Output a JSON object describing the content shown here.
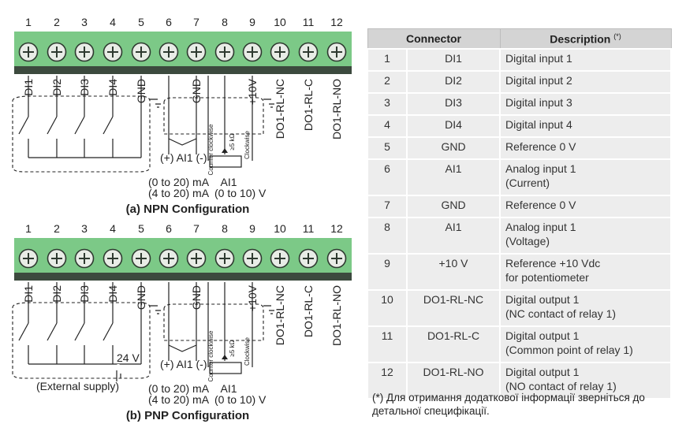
{
  "configs": [
    {
      "caption": "(a) NPN Configuration",
      "terminals": [
        "1",
        "2",
        "3",
        "4",
        "5",
        "6",
        "7",
        "8",
        "9",
        "10",
        "11",
        "12"
      ],
      "pin_labels": [
        "DI1",
        "DI2",
        "DI3",
        "DI4",
        "GND",
        "GND",
        "+10V",
        "DO1-RL-NC",
        "DO1-RL-C",
        "DO1-RL-NO"
      ],
      "ai_label": "(+) AI1 (-)",
      "pot_labels": [
        "Counter clockwise",
        "≥5 kΩ",
        "Clockwise"
      ],
      "current_ranges": [
        "(0 to 20) mA",
        "(4 to 20) mA"
      ],
      "ai_under": "AI1",
      "voltage_range": "(0 to 10) V"
    },
    {
      "caption": "(b) PNP Configuration",
      "terminals": [
        "1",
        "2",
        "3",
        "4",
        "5",
        "6",
        "7",
        "8",
        "9",
        "10",
        "11",
        "12"
      ],
      "pin_labels": [
        "DI1",
        "DI2",
        "DI3",
        "DI4",
        "GND",
        "GND",
        "+10V",
        "DO1-RL-NC",
        "DO1-RL-C",
        "DO1-RL-NO"
      ],
      "ai_label": "(+) AI1 (-)",
      "pot_labels": [
        "Counter clockwise",
        "≥5 kΩ",
        "Clockwise"
      ],
      "current_ranges": [
        "(0 to 20) mA",
        "(4 to 20) mA"
      ],
      "ai_under": "AI1",
      "voltage_range": "(0 to 10) V",
      "supply_voltage": "24 V",
      "supply_label": "(External supply)"
    }
  ],
  "table": {
    "header_connector": "Connector",
    "header_description": "Description",
    "header_note_mark": "(*)",
    "rows": [
      {
        "num": "1",
        "name": "DI1",
        "desc": [
          "Digital input 1"
        ]
      },
      {
        "num": "2",
        "name": "DI2",
        "desc": [
          "Digital input 2"
        ]
      },
      {
        "num": "3",
        "name": "DI3",
        "desc": [
          "Digital input 3"
        ]
      },
      {
        "num": "4",
        "name": "DI4",
        "desc": [
          "Digital input 4"
        ]
      },
      {
        "num": "5",
        "name": "GND",
        "desc": [
          "Reference 0 V"
        ]
      },
      {
        "num": "6",
        "name": "AI1",
        "desc": [
          "Analog input 1",
          "(Current)"
        ]
      },
      {
        "num": "7",
        "name": "GND",
        "desc": [
          "Reference 0 V"
        ]
      },
      {
        "num": "8",
        "name": "AI1",
        "desc": [
          "Analog input 1",
          "(Voltage)"
        ]
      },
      {
        "num": "9",
        "name": "+10 V",
        "desc": [
          "Reference +10 Vdc",
          "for potentiometer"
        ]
      },
      {
        "num": "10",
        "name": "DO1-RL-NC",
        "desc": [
          "Digital output 1",
          "(NC contact of relay 1)"
        ]
      },
      {
        "num": "11",
        "name": "DO1-RL-C",
        "desc": [
          "Digital output 1",
          "(Common point of relay 1)"
        ]
      },
      {
        "num": "12",
        "name": "DO1-RL-NO",
        "desc": [
          "Digital output 1",
          "(NO contact of relay 1)"
        ]
      }
    ]
  },
  "footnote": "(*) Для отримання додаткової інформації зверніться до детальної специфікації.",
  "colors": {
    "terminal_block": "#7cc987",
    "terminal_dark": "#3c4a3e",
    "screw": "#e8ece6"
  }
}
